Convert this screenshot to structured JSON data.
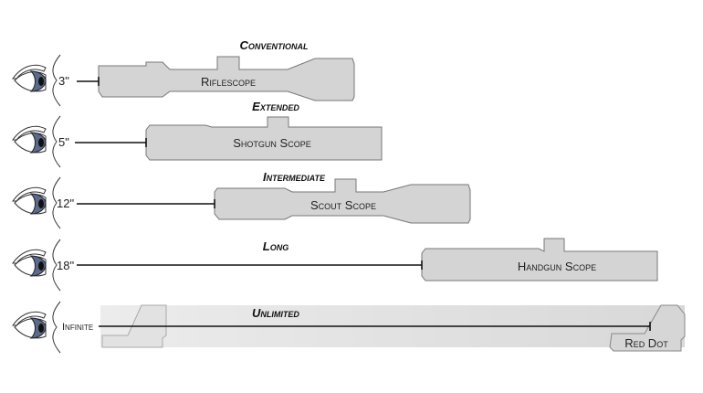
{
  "rows": [
    {
      "category": "Conventional",
      "distance": "3\"",
      "scope": "Riflescope"
    },
    {
      "category": "Extended",
      "distance": "5\"",
      "scope": "Shotgun Scope"
    },
    {
      "category": "Intermediate",
      "distance": "12\"",
      "scope": "Scout Scope"
    },
    {
      "category": "Long",
      "distance": "18\"",
      "scope": "Handgun Scope"
    },
    {
      "category": "Unlimited",
      "distance": "Infinite",
      "scope": "Red Dot"
    }
  ]
}
